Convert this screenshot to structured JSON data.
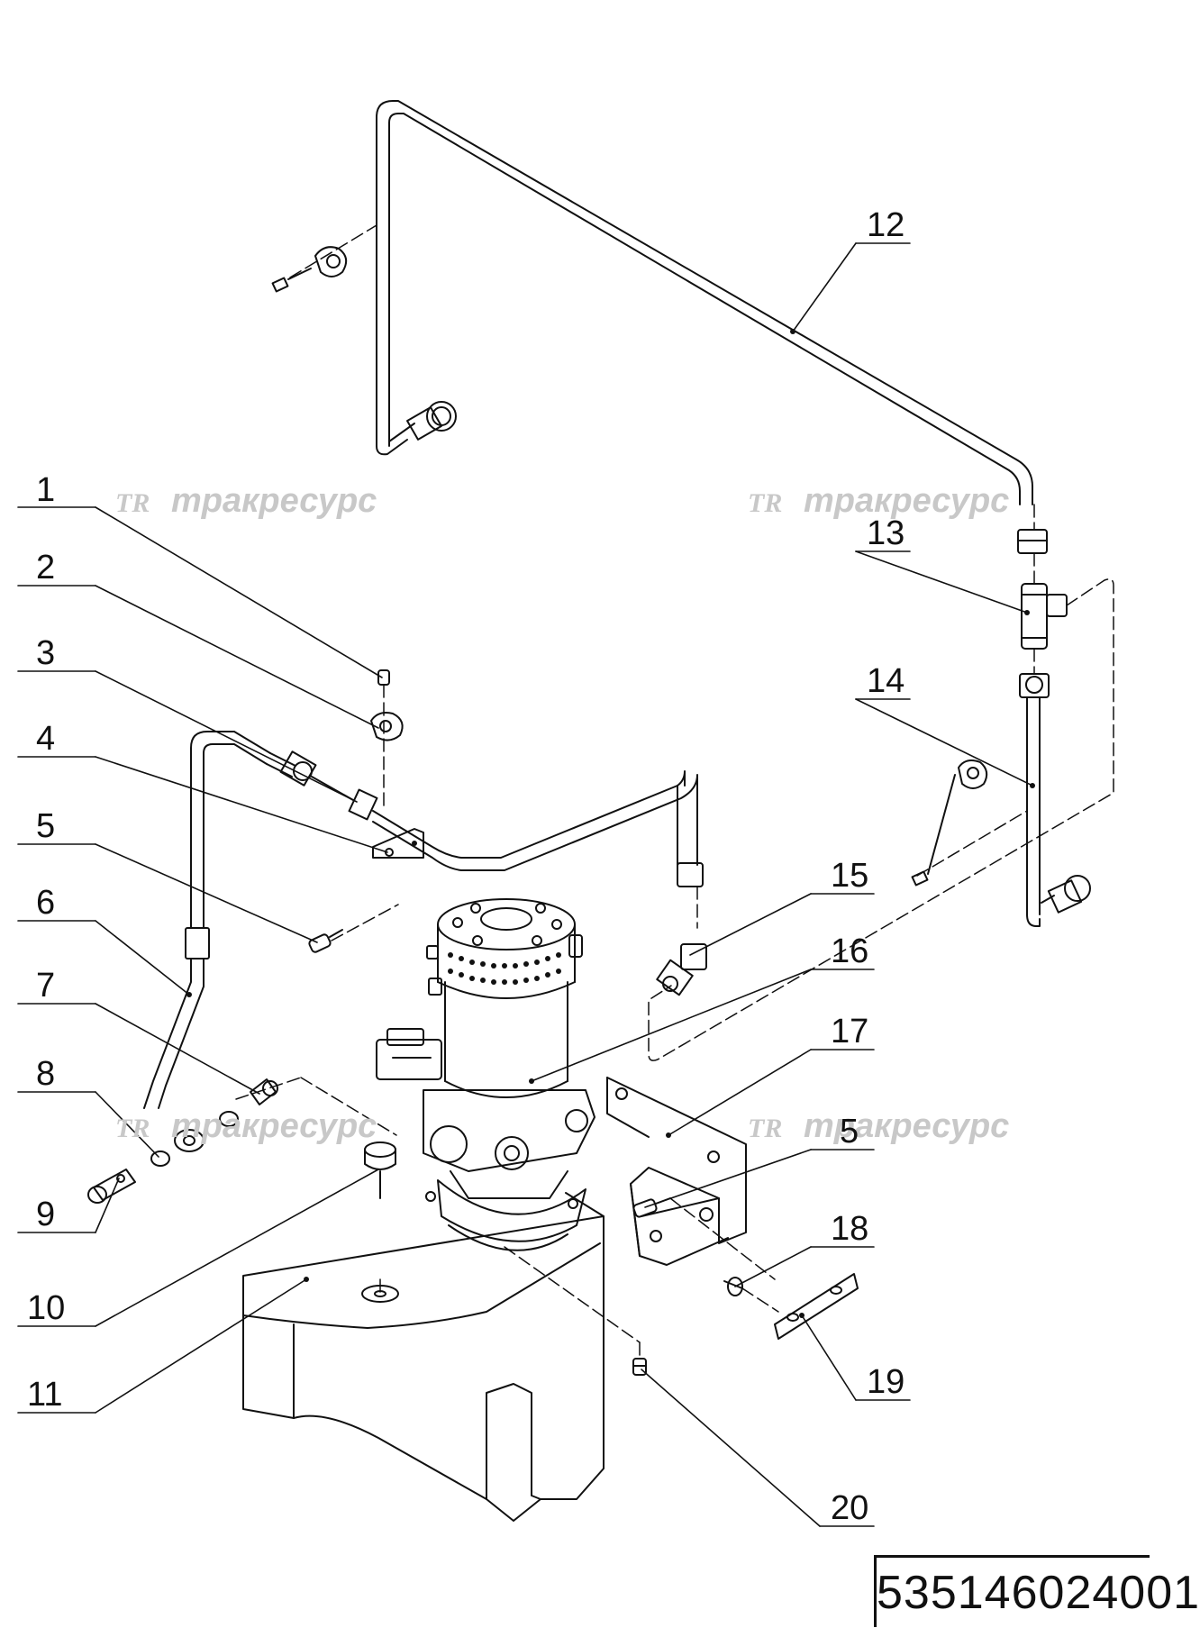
{
  "watermark": {
    "logo": "TR",
    "text": "тракресурс"
  },
  "callouts": [
    "1",
    "2",
    "3",
    "4",
    "5",
    "6",
    "7",
    "8",
    "9",
    "10",
    "11",
    "12",
    "13",
    "14",
    "15",
    "16",
    "17",
    "5",
    "18",
    "19",
    "20"
  ],
  "document_number": "535146024001"
}
